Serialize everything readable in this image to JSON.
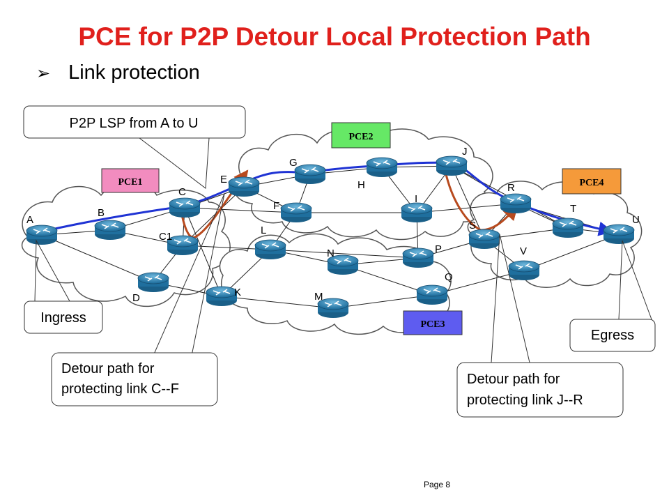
{
  "title": "PCE for P2P Detour Local Protection Path",
  "subtitle": "Link protection",
  "page_number": "Page 8",
  "pce_boxes": [
    {
      "id": "pce1",
      "label": "PCE1",
      "color": "#f28cbf"
    },
    {
      "id": "pce2",
      "label": "PCE2",
      "color": "#66e866"
    },
    {
      "id": "pce3",
      "label": "PCE3",
      "color": "#5e5cf0"
    },
    {
      "id": "pce4",
      "label": "PCE4",
      "color": "#f59a3a"
    }
  ],
  "callouts": {
    "p2p_lsp": "P2P LSP from A to U",
    "ingress": "Ingress",
    "egress": "Egress",
    "detour_cf_line1": "Detour path for",
    "detour_cf_line2": "protecting link C--F",
    "detour_jr_line1": "Detour path for",
    "detour_jr_line2": "protecting link J--R"
  },
  "nodes": [
    "A",
    "B",
    "C",
    "C1",
    "D",
    "E",
    "F",
    "G",
    "H",
    "I",
    "J",
    "K",
    "L",
    "M",
    "N",
    "P",
    "Q",
    "R",
    "S",
    "T",
    "U",
    "V"
  ],
  "links": [
    [
      "A",
      "B"
    ],
    [
      "A",
      "D"
    ],
    [
      "B",
      "C"
    ],
    [
      "B",
      "C1"
    ],
    [
      "C",
      "C1"
    ],
    [
      "C",
      "E"
    ],
    [
      "C",
      "F"
    ],
    [
      "C",
      "K"
    ],
    [
      "C1",
      "D"
    ],
    [
      "C1",
      "L"
    ],
    [
      "C1",
      "E"
    ],
    [
      "D",
      "K"
    ],
    [
      "E",
      "G"
    ],
    [
      "E",
      "F"
    ],
    [
      "F",
      "G"
    ],
    [
      "F",
      "L"
    ],
    [
      "G",
      "H"
    ],
    [
      "F",
      "I"
    ],
    [
      "H",
      "J"
    ],
    [
      "H",
      "I"
    ],
    [
      "I",
      "J"
    ],
    [
      "I",
      "R"
    ],
    [
      "I",
      "P"
    ],
    [
      "J",
      "R"
    ],
    [
      "J",
      "S"
    ],
    [
      "J",
      "T"
    ],
    [
      "K",
      "L"
    ],
    [
      "K",
      "M"
    ],
    [
      "L",
      "N"
    ],
    [
      "L",
      "P"
    ],
    [
      "N",
      "P"
    ],
    [
      "N",
      "Q"
    ],
    [
      "M",
      "Q"
    ],
    [
      "P",
      "S"
    ],
    [
      "Q",
      "V"
    ],
    [
      "R",
      "S"
    ],
    [
      "R",
      "T"
    ],
    [
      "S",
      "T"
    ],
    [
      "S",
      "V"
    ],
    [
      "T",
      "U"
    ],
    [
      "V",
      "U"
    ],
    [
      "R",
      "U"
    ]
  ],
  "colors": {
    "lsp": "#1f33d4",
    "detour": "#b84a1e",
    "router_body": "#2a7fb0",
    "cloud": "#ffffff",
    "cloud_stroke": "#555555"
  }
}
